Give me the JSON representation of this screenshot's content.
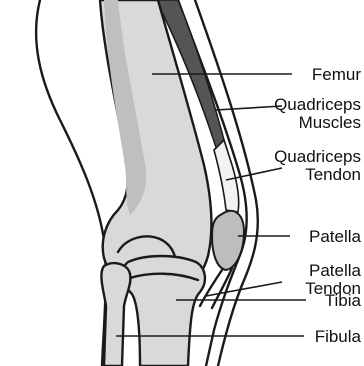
{
  "diagram": {
    "labels": {
      "femur": "Femur",
      "quadriceps_muscles_1": "Quadriceps",
      "quadriceps_muscles_2": "Muscles",
      "quadriceps_tendon_1": "Quadriceps",
      "quadriceps_tendon_2": "Tendon",
      "patella": "Patella",
      "patella_tendon_1": "Patella",
      "patella_tendon_2": "Tendon",
      "tibia": "Tibia",
      "fibula": "Fibula"
    },
    "colors": {
      "bone": "#d9d9d9",
      "shade": "#bfbfbf",
      "muscle": "#555555",
      "outline": "#1a1a1a",
      "skin": "#ffffff"
    }
  }
}
